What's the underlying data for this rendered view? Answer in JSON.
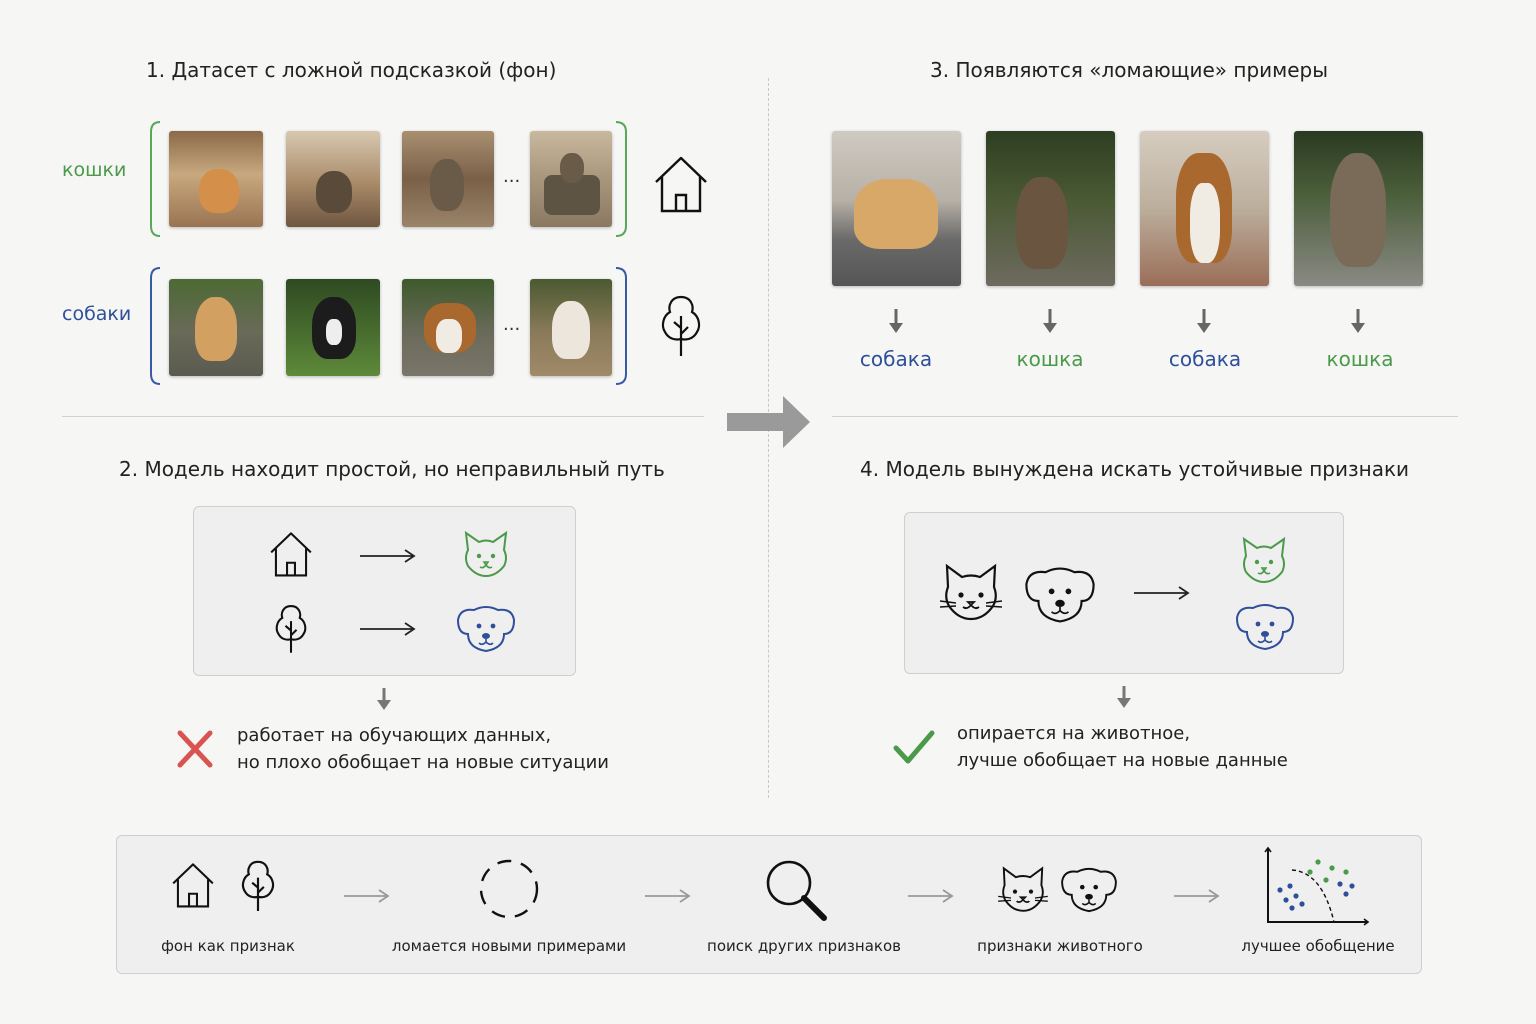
{
  "section1": {
    "title": "1. Датасет с ложной подсказкой (фон)",
    "cats_label": "кошки",
    "dogs_label": "собаки",
    "ellipsis": "..."
  },
  "section2": {
    "title": "2. Модель находит простой, но неправильный путь",
    "note_line1": "работает на обучающих данных,",
    "note_line2": "но плохо обобщает на новые ситуации"
  },
  "section3": {
    "title": "3. Появляются «ломающие» примеры",
    "predictions": [
      "собака",
      "кошка",
      "собака",
      "кошка"
    ]
  },
  "section4": {
    "title": "4. Модель вынуждена искать устойчивые признаки",
    "note_line1": "опирается на животное,",
    "note_line2": "лучше обобщает на новые данные"
  },
  "pipeline": {
    "steps": [
      "фон как признак",
      "ломается новыми примерами",
      "поиск других признаков",
      "признаки животного",
      "лучшее обобщение"
    ]
  },
  "colors": {
    "cat_green": "#4a9a4a",
    "dog_blue": "#2f4f9a",
    "cross_red": "#d9534f",
    "check_green": "#4a9a4a"
  }
}
